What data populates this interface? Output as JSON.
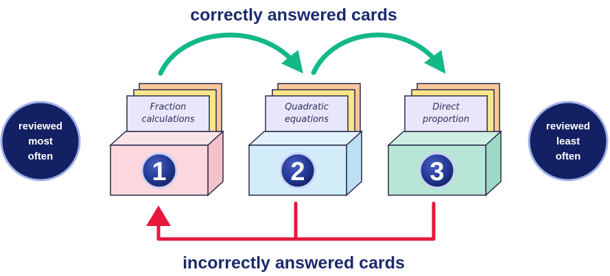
{
  "top_label": "correctly answered cards",
  "bottom_label": "incorrectly answered cards",
  "left_badge": {
    "lines": [
      "reviewed",
      "most",
      "often"
    ]
  },
  "right_badge": {
    "lines": [
      "reviewed",
      "least",
      "often"
    ]
  },
  "boxes": [
    {
      "number": "1",
      "card_lines": [
        "Fraction",
        "calculations"
      ],
      "front_color": "#fcd7de",
      "top_color": "#fbe4e8"
    },
    {
      "number": "2",
      "card_lines": [
        "Quadratic",
        "equations"
      ],
      "front_color": "#d3ecfa",
      "top_color": "#e2f3fc"
    },
    {
      "number": "3",
      "card_lines": [
        "Direct",
        "proportion"
      ],
      "front_color": "#b7e6d6",
      "top_color": "#cdeee3"
    }
  ],
  "colors": {
    "navy": "#1b2a6b",
    "green_arrow": "#13b888",
    "red_arrow": "#e8173d",
    "card_face": "#e9e6fb",
    "card_yellow": "#fde68a",
    "card_orange": "#fbc79a"
  }
}
